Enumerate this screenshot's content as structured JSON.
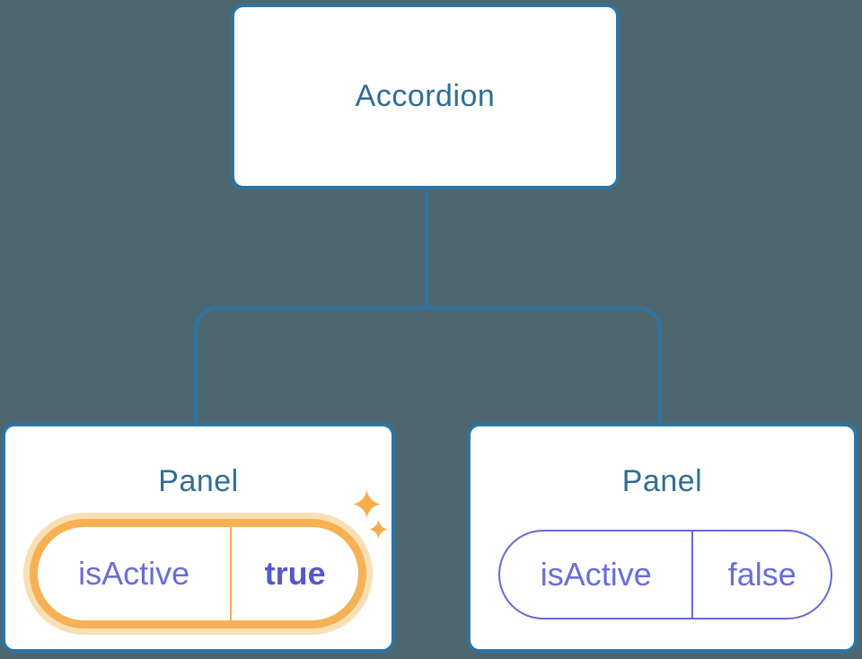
{
  "diagram": {
    "description": "Component tree: Accordion parent passing isActive state to two Panel children",
    "root": {
      "label": "Accordion"
    },
    "panels": [
      {
        "title": "Panel",
        "prop": "isActive",
        "value": "true",
        "highlighted": true
      },
      {
        "title": "Panel",
        "prop": "isActive",
        "value": "false",
        "highlighted": false
      }
    ]
  },
  "icons": {
    "sparkle_big": "sparkle-icon",
    "sparkle_small": "sparkle-icon"
  },
  "colors": {
    "bg": "#4C6770",
    "line": "#2E74A4",
    "title": "#2F6E94",
    "purple": "#6B6CD9",
    "purpleBold": "#5457CE",
    "purpleBorder": "#6569D4",
    "orange": "#F5B153",
    "orangeHalo": "#F9DFB4",
    "orangeDivider": "#F2AE58",
    "sparkle": "#F5AC49"
  }
}
